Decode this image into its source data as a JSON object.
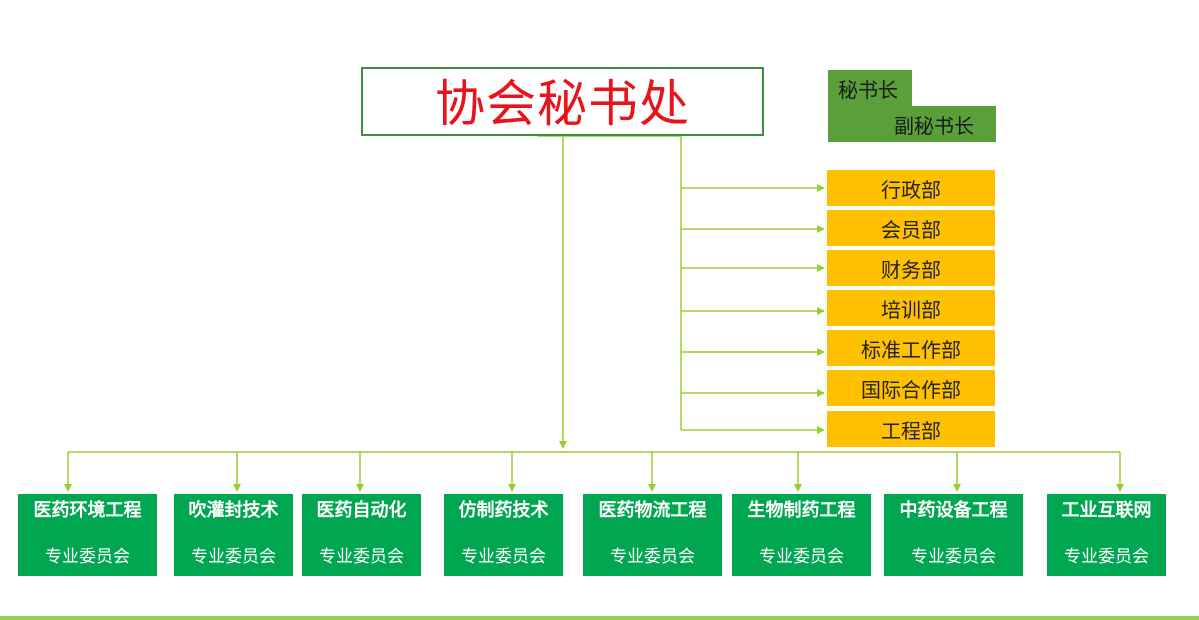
{
  "colors": {
    "connector": "#9acd32",
    "leader_fill": "#5a9f3a",
    "dept_fill": "#ffc000",
    "committee_fill": "#00a650",
    "committee_text": "#ffffff",
    "secretariat_text": "#e8141b",
    "secretariat_border": "#3f8f3f",
    "bottom_bar": "#92d050"
  },
  "secretariat": {
    "title": "协会秘书处"
  },
  "leaders": {
    "secretary_general": "秘书长",
    "deputy_secretary_general": "副秘书长"
  },
  "departments": [
    {
      "label": "行政部"
    },
    {
      "label": "会员部"
    },
    {
      "label": "财务部"
    },
    {
      "label": "培训部"
    },
    {
      "label": "标准工作部"
    },
    {
      "label": "国际合作部"
    },
    {
      "label": "工程部"
    }
  ],
  "committees": [
    {
      "line1": "医药环境工程",
      "line2": "专业委员会"
    },
    {
      "line1": "吹灌封技术",
      "line2": "专业委员会"
    },
    {
      "line1": "医药自动化",
      "line2": "专业委员会"
    },
    {
      "line1": "仿制药技术",
      "line2": "专业委员会"
    },
    {
      "line1": "医药物流工程",
      "line2": "专业委员会"
    },
    {
      "line1": "生物制药工程",
      "line2": "专业委员会"
    },
    {
      "line1": "中药设备工程",
      "line2": "专业委员会"
    },
    {
      "line1": "工业互联网",
      "line2": "专业委员会"
    }
  ]
}
